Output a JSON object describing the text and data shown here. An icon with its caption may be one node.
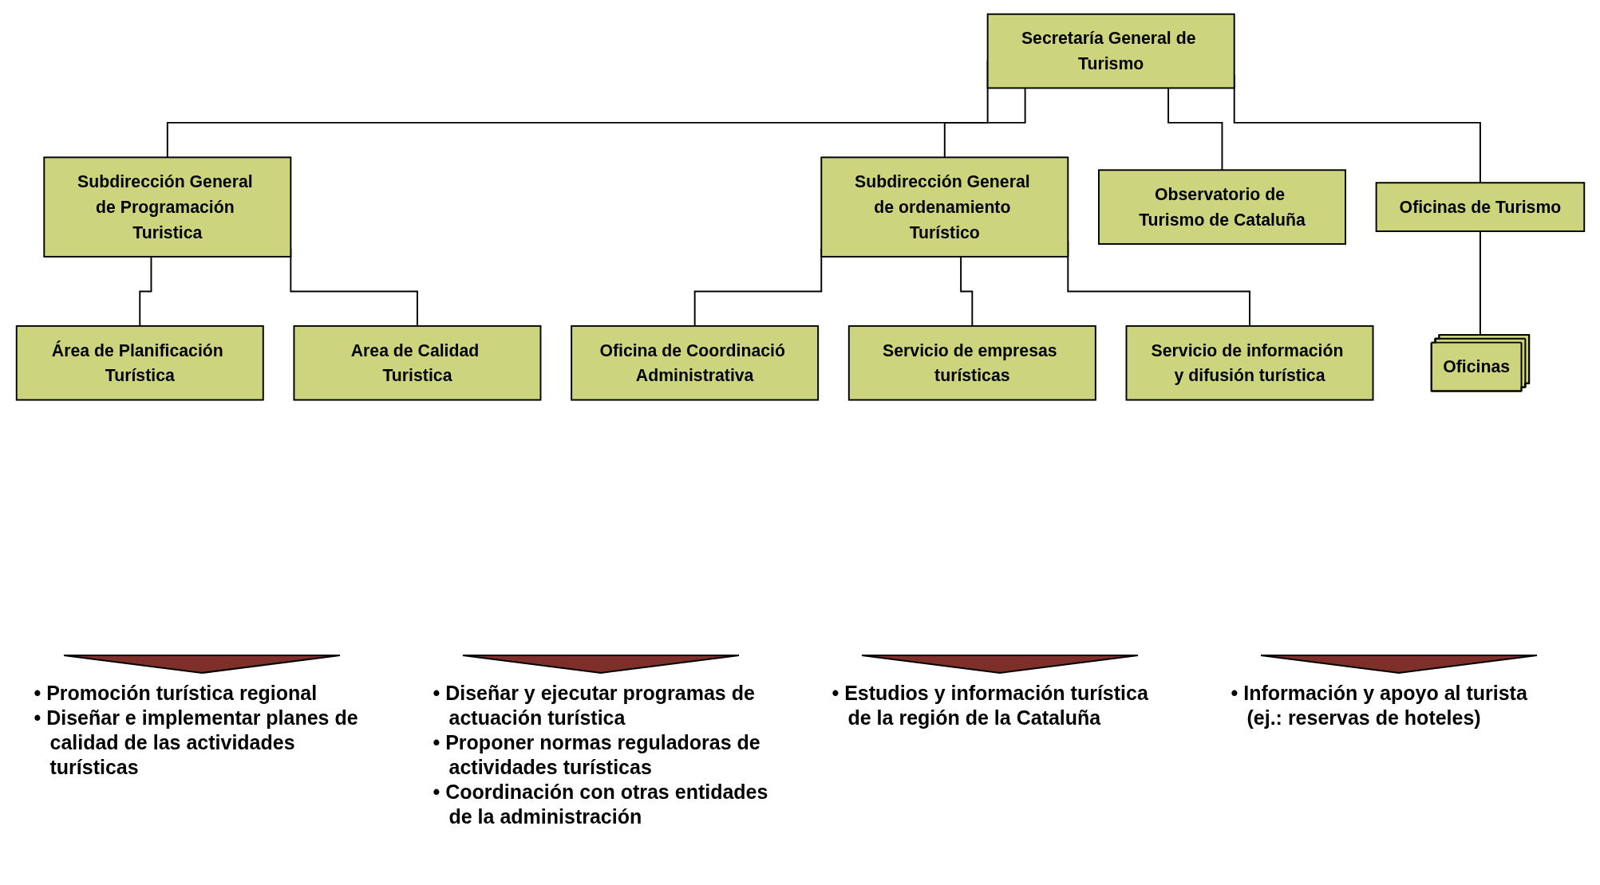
{
  "diagram": {
    "nodes": [
      {
        "text": [
          "Secretaría General de Turismo"
        ]
      },
      {
        "text": [
          "Subdirección General de Programación Turistica"
        ]
      },
      {
        "text": [
          "Área de Planificación Turística"
        ]
      },
      {
        "text": [
          "Area de Calidad Turistica"
        ]
      },
      {
        "text": [
          "Subdirección General de ordenamiento Turístico"
        ]
      },
      {
        "text": [
          "Oficina de Coordinació Administrativa"
        ]
      },
      {
        "text": [
          "Servicio de empresas turísticas"
        ]
      },
      {
        "text": [
          "Servicio de información y difusión turística"
        ]
      },
      {
        "text": [
          "Observatorio de Turismo de Cataluña"
        ]
      },
      {
        "text": [
          "Oficinas de Turismo"
        ]
      },
      {
        "text": [
          "Oficinas"
        ]
      }
    ],
    "edges": [
      {
        "from": 0,
        "to": 1,
        "arrow": "none"
      },
      {
        "from": 0,
        "to": 4,
        "arrow": "none"
      },
      {
        "from": 0,
        "to": 8,
        "arrow": "none"
      },
      {
        "from": 0,
        "to": 9,
        "arrow": "none"
      },
      {
        "from": 1,
        "to": 2,
        "arrow": "none"
      },
      {
        "from": 1,
        "to": 3,
        "arrow": "none"
      },
      {
        "from": 4,
        "to": 5,
        "arrow": "none"
      },
      {
        "from": 4,
        "to": 6,
        "arrow": "none"
      },
      {
        "from": 4,
        "to": 7,
        "arrow": "none"
      },
      {
        "from": 9,
        "to": 10,
        "arrow": "none"
      }
    ],
    "labels": [
      "• Promoción turística regional",
      "• Diseñar e implementar planes de calidad de las actividades turísticas",
      "• Diseñar y ejecutar programas de actuación turística",
      "• Proponer normas reguladoras de actividades turísticas",
      "• Coordinación con otras entidades de la administración",
      "• Estudios y información turística de la región de la Cataluña",
      "• Información y apoyo al turista (ej.: reservas de hoteles)"
    ]
  }
}
